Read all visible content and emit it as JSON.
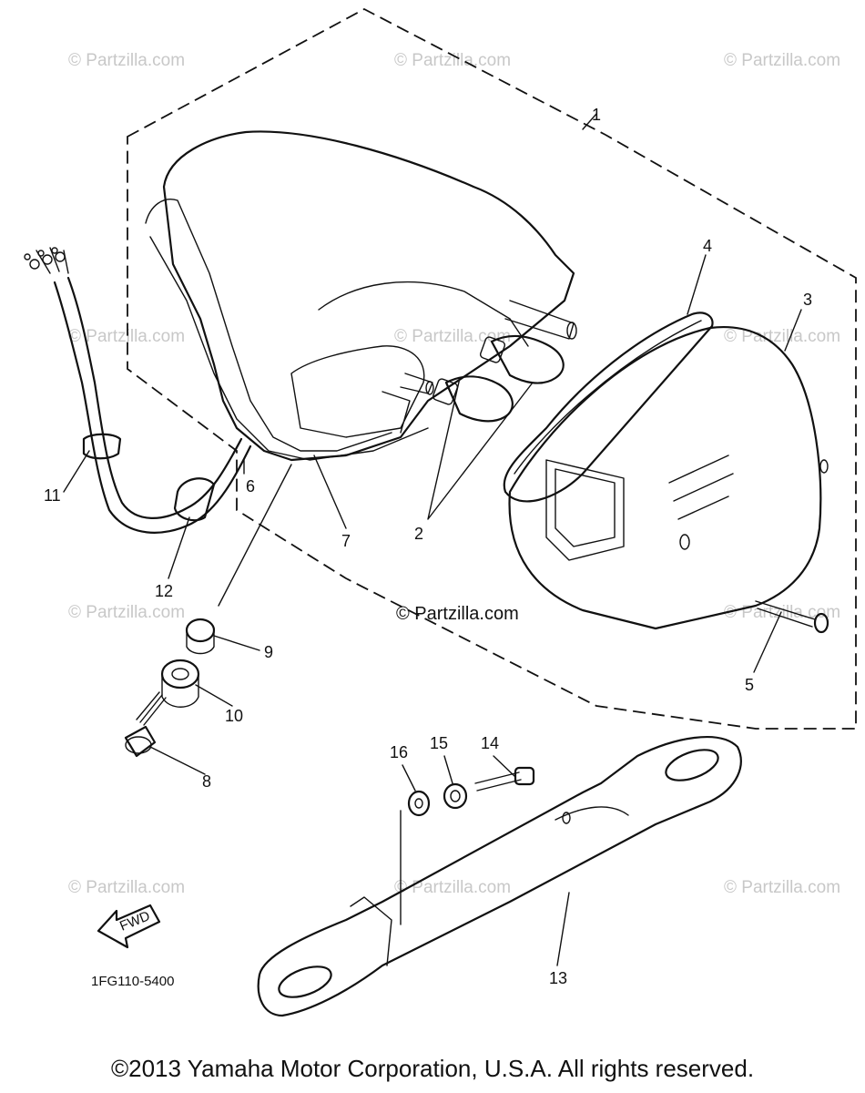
{
  "watermark": "© Partzilla.com",
  "center_watermark": "© Partzilla.com",
  "part_code": "1FG110-5400",
  "fwd_label": "FWD",
  "copyright": "©2013 Yamaha Motor Corporation, U.S.A. All rights reserved.",
  "callouts": {
    "c1": "1",
    "c2": "2",
    "c3": "3",
    "c4": "4",
    "c5": "5",
    "c6": "6",
    "c7": "7",
    "c8": "8",
    "c9": "9",
    "c10": "10",
    "c11": "11",
    "c12": "12",
    "c13": "13",
    "c14": "14",
    "c15": "15",
    "c16": "16"
  }
}
